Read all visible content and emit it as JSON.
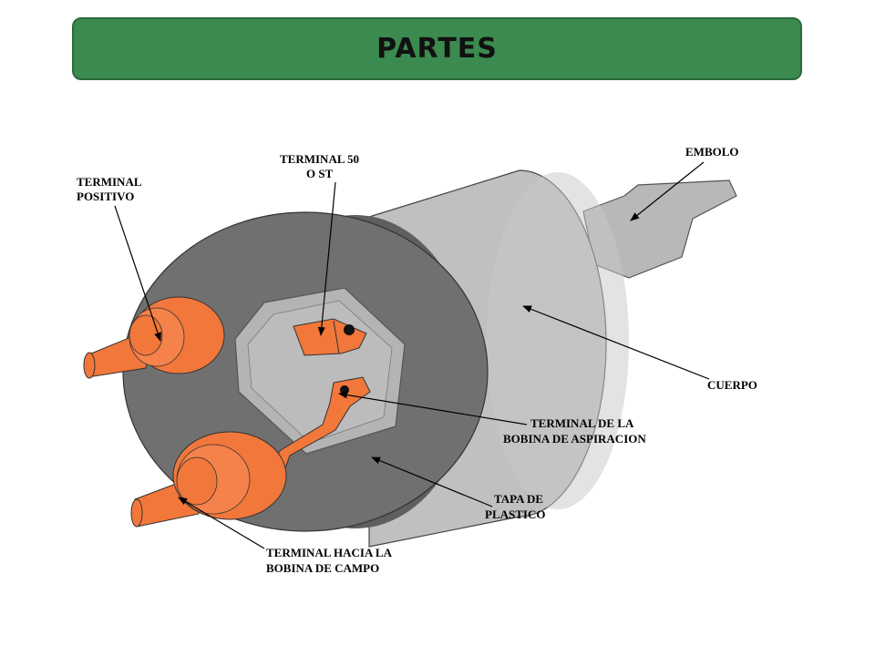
{
  "title": "PARTES",
  "labels": {
    "embolo": "EMBOLO",
    "terminal_50": [
      "TERMINAL 50",
      "O ST"
    ],
    "terminal_positivo": [
      "TERMINAL",
      "POSITIVO"
    ],
    "cuerpo": "CUERPO",
    "terminal_bobina_aspiracion": [
      "TERMINAL DE LA",
      "BOBINA DE ASPIRACION"
    ],
    "tapa_plastico": [
      "TAPA DE",
      "PLASTICO"
    ],
    "terminal_bobina_campo": [
      "TERMINAL HACIA LA",
      "BOBINA DE CAMPO"
    ]
  },
  "colors": {
    "banner": "#3b8a4f",
    "body_light": "#c0c0c0",
    "cap_dark": "#6e6e6e",
    "hex_face": "#b4b4b4",
    "terminal_orange": "#f2773a"
  }
}
